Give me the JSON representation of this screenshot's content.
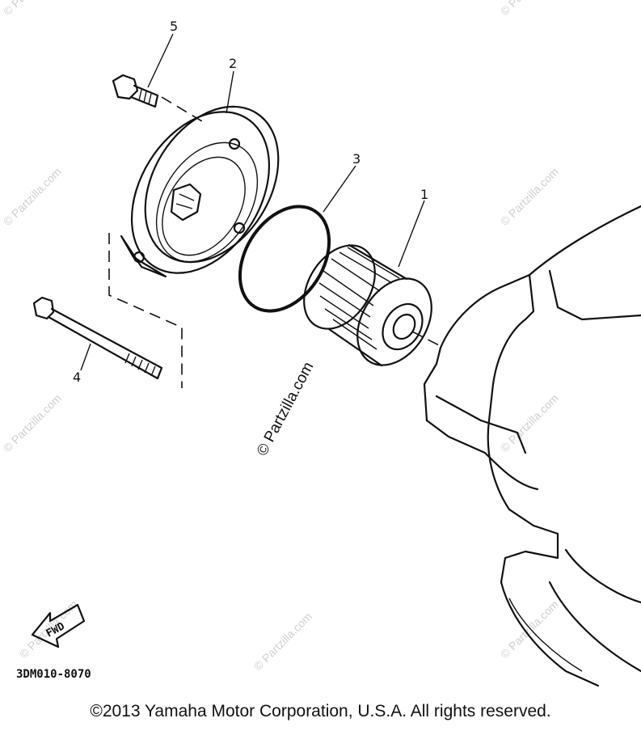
{
  "callouts": [
    "5",
    "2",
    "3",
    "1",
    "4"
  ],
  "fwd_label": "FWD",
  "diagram_code": "3DM010-8070",
  "watermark": "© Partzilla.com",
  "copyright": "©2013 Yamaha Motor Corporation, U.S.A. All rights reserved."
}
